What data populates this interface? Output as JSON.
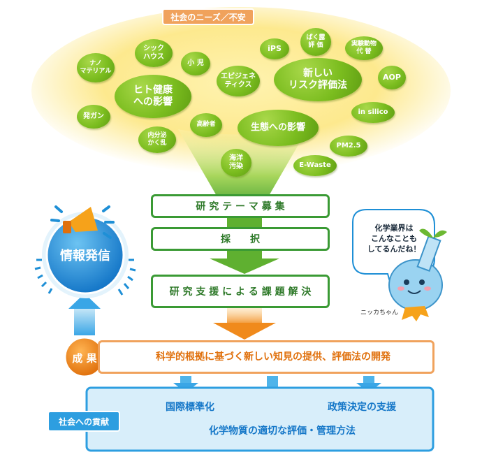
{
  "header_tag": "社会のニーズ／不安",
  "bubbles": [
    {
      "id": "nano",
      "text": "ナノ\nマテリアル"
    },
    {
      "id": "sick",
      "text": "シック\nハウス"
    },
    {
      "id": "child",
      "text": "小 児"
    },
    {
      "id": "ips",
      "text": "iPS"
    },
    {
      "id": "exposure",
      "text": "ばく露\n評 価"
    },
    {
      "id": "animal",
      "text": "実験動物\n代 替"
    },
    {
      "id": "human",
      "text": "ヒト健康\nへの影響"
    },
    {
      "id": "epi",
      "text": "エピジェネ\nティクス"
    },
    {
      "id": "newrisk",
      "text": "新しい\nリスク評価法"
    },
    {
      "id": "aop",
      "text": "AOP"
    },
    {
      "id": "cancer",
      "text": "発ガン"
    },
    {
      "id": "insilico",
      "text": "in silico"
    },
    {
      "id": "elderly",
      "text": "高齢者"
    },
    {
      "id": "endocrine",
      "text": "内分泌\nかく乱"
    },
    {
      "id": "eco",
      "text": "生態への影響"
    },
    {
      "id": "pm",
      "text": "PM2.5"
    },
    {
      "id": "ocean",
      "text": "海洋\n汚染"
    },
    {
      "id": "ewaste",
      "text": "E-Waste"
    }
  ],
  "steps": {
    "recruit": "研 究 テ ー マ 募 集",
    "adopt": "採　　択",
    "support": "研 究 支 援 に よ る 課 題 解 決"
  },
  "info_circle": "情報発信",
  "result_badge": "成 果",
  "result_text": "科学的根拠に基づく新しい知見の提供、評価法の開発",
  "contribution_tag": "社会への貢献",
  "contributions": {
    "standard": "国際標準化",
    "policy": "政策決定の支援",
    "management": "化学物質の適切な評価・管理方法"
  },
  "mascot_speech": "化学業界は\nこんなことも\nしてるんだね！",
  "mascot_name": "ニッカちゃん",
  "colors": {
    "green": "#3a9a34",
    "orange": "#f08a1c",
    "blue": "#1e8fd6",
    "light_blue": "#4fb4ea"
  }
}
